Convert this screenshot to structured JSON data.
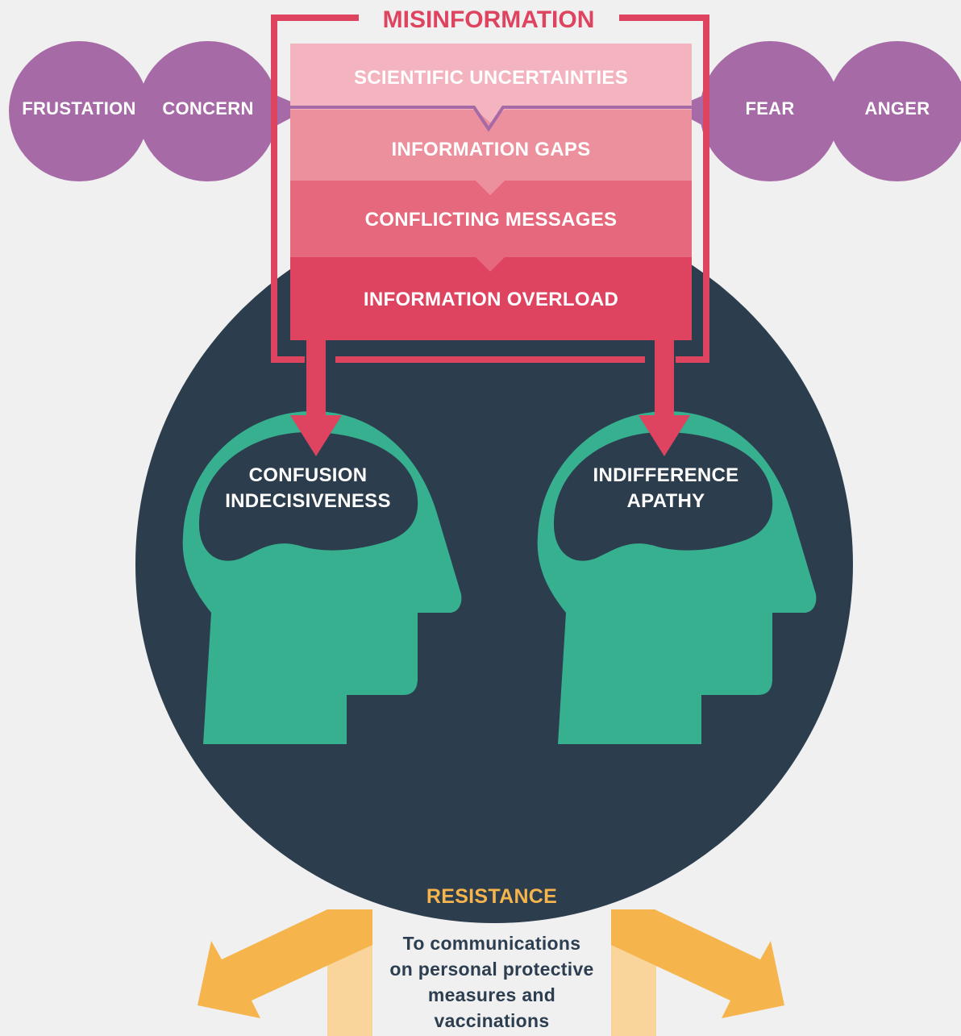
{
  "title": "MISINFORMATION",
  "emotions_left": [
    "FRUSTATION",
    "CONCERN"
  ],
  "emotions_right": [
    "FEAR",
    "ANGER"
  ],
  "bands": [
    "SCIENTIFIC UNCERTAINTIES",
    "INFORMATION GAPS",
    "CONFLICTING MESSAGES",
    "INFORMATION OVERLOAD"
  ],
  "heads": [
    {
      "line1": "CONFUSION",
      "line2": "INDECISIVENESS"
    },
    {
      "line1": "INDIFFERENCE",
      "line2": "APATHY"
    }
  ],
  "resistance": {
    "title": "RESISTANCE",
    "lines": [
      "To communications",
      "on personal protective",
      "measures and",
      "vaccinations"
    ]
  },
  "colors": {
    "background": "#f0f0f0",
    "emotion_circle": "#a66aa6",
    "misinformation_red": "#de4460",
    "band_1": "#f3b3bf",
    "band_2": "#ec909d",
    "band_3": "#e6687c",
    "band_4": "#de4460",
    "dark_circle": "#2c3d4d",
    "head_green": "#37b090",
    "resistance_orange": "#f5b44c",
    "resistance_light": "#f9d59b"
  }
}
